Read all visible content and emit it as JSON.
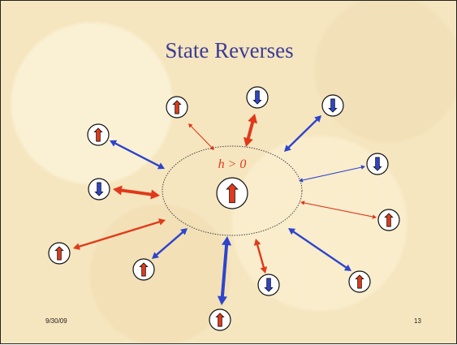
{
  "slide": {
    "title": "State Reverses",
    "date": "9/30/09",
    "number": "13"
  },
  "colors": {
    "up": "#e03a1a",
    "down": "#2e44cc",
    "title": "#3c3c96",
    "background": "#f6e6bf"
  },
  "field_label": "h > 0",
  "center_spin": "up",
  "neighbors": [
    {
      "spin": "up",
      "coupling_color": "red",
      "strength": "weak"
    },
    {
      "spin": "down",
      "coupling_color": "red",
      "strength": "strong"
    },
    {
      "spin": "down",
      "coupling_color": "blue",
      "strength": "medium"
    },
    {
      "spin": "up",
      "coupling_color": "blue",
      "strength": "medium"
    },
    {
      "spin": "down",
      "coupling_color": "blue",
      "strength": "weak"
    },
    {
      "spin": "down",
      "coupling_color": "red",
      "strength": "strong"
    },
    {
      "spin": "up",
      "coupling_color": "red",
      "strength": "weak"
    },
    {
      "spin": "up",
      "coupling_color": "red",
      "strength": "medium"
    },
    {
      "spin": "up",
      "coupling_color": "blue",
      "strength": "medium"
    },
    {
      "spin": "up",
      "coupling_color": "blue",
      "strength": "strong"
    },
    {
      "spin": "down",
      "coupling_color": "red",
      "strength": "medium"
    },
    {
      "spin": "up",
      "coupling_color": "blue",
      "strength": "medium"
    }
  ]
}
